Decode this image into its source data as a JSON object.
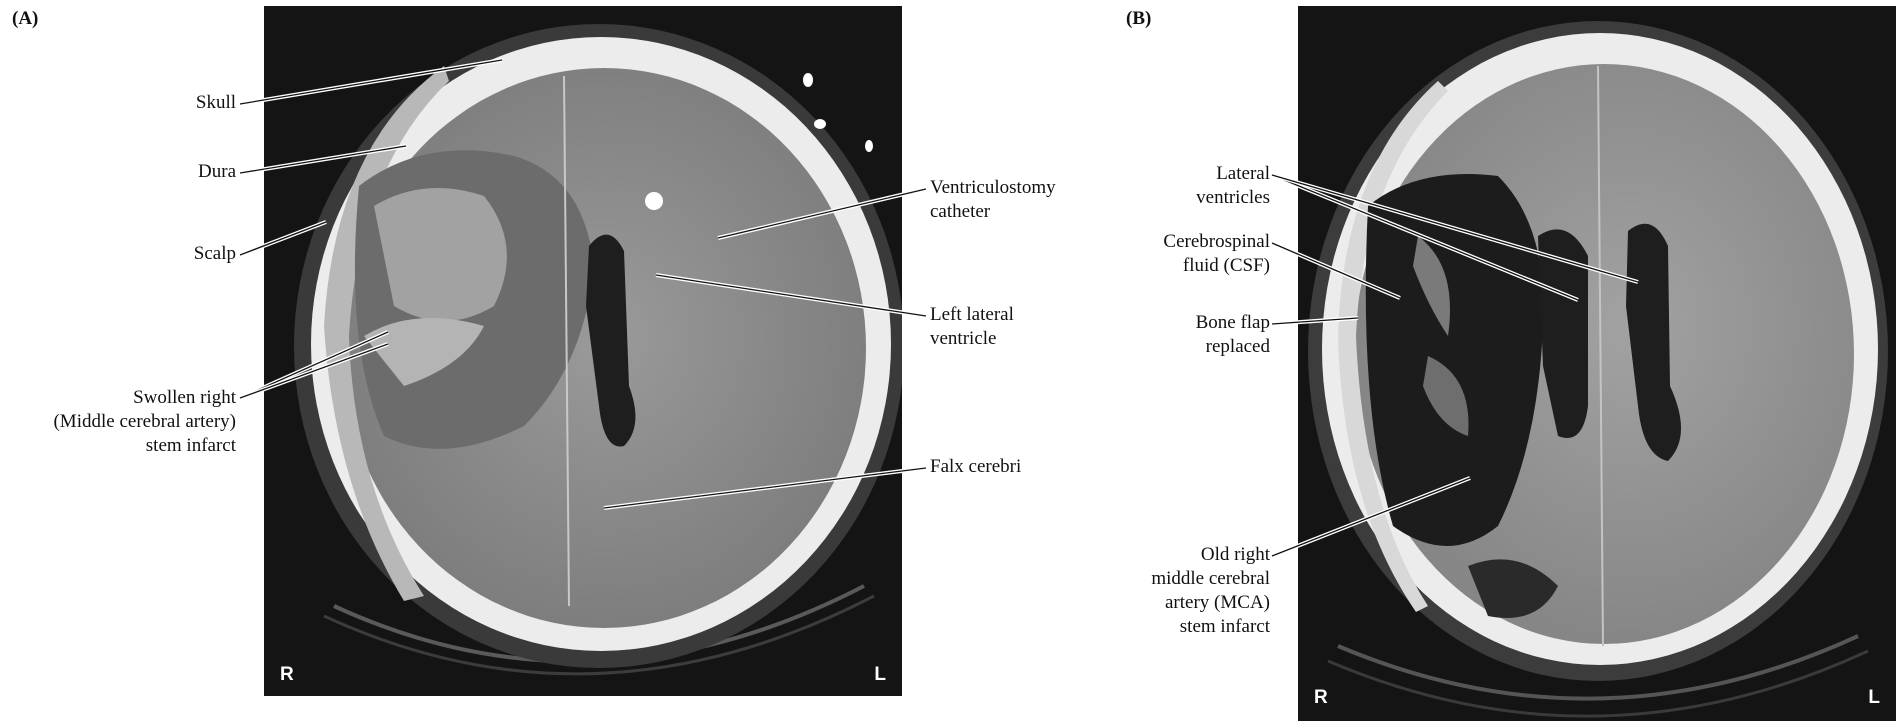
{
  "panels": [
    {
      "id": "A",
      "label": "(A)",
      "orientation": {
        "right": "R",
        "left": "L"
      },
      "annotations": {
        "skull": [
          "Skull"
        ],
        "dura": [
          "Dura"
        ],
        "scalp": [
          "Scalp"
        ],
        "infarct": [
          "Swollen right",
          "(Middle cerebral artery)",
          "stem infarct"
        ],
        "catheter": [
          "Ventriculostomy",
          "catheter"
        ],
        "left_ventricle": [
          "Left lateral",
          "ventricle"
        ],
        "falx": [
          "Falx cerebri"
        ]
      }
    },
    {
      "id": "B",
      "label": "(B)",
      "orientation": {
        "right": "R",
        "left": "L"
      },
      "annotations": {
        "lateral_ventricles": [
          "Lateral",
          "ventricles"
        ],
        "csf": [
          "Cerebrospinal",
          "fluid (CSF)"
        ],
        "bone_flap": [
          "Bone flap",
          "replaced"
        ],
        "old_infarct": [
          "Old right",
          "middle cerebral",
          "artery (MCA)",
          "stem infarct"
        ]
      }
    }
  ],
  "colors": {
    "scan_background": "#141414",
    "bone": "#ececec",
    "brain_tissue": "#8c8c8c",
    "csf_dark": "#222222",
    "leader_line": "#111111"
  }
}
